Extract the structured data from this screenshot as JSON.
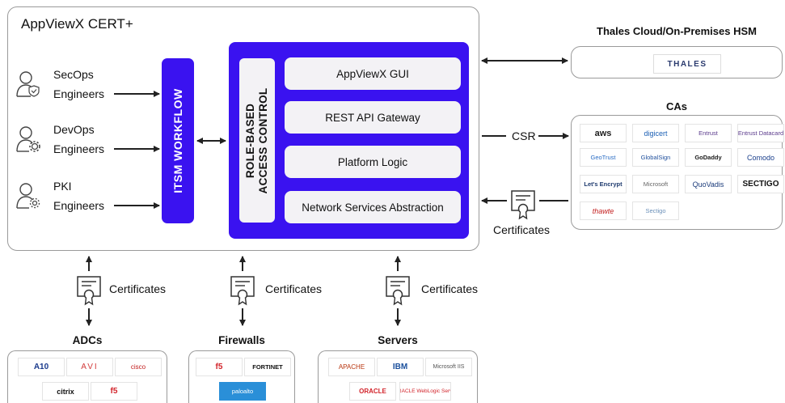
{
  "main": {
    "title": "AppViewX CERT+",
    "engineers": [
      {
        "line1": "SecOps",
        "line2": "Engineers"
      },
      {
        "line1": "DevOps",
        "line2": "Engineers"
      },
      {
        "line1": "PKI",
        "line2": "Engineers"
      }
    ],
    "itsm_label": "ITSM WORKFLOW",
    "rbac_line1": "ROLE-BASED",
    "rbac_line2": "ACCESS CONTROL",
    "layers": [
      "AppViewX GUI",
      "REST API Gateway",
      "Platform Logic",
      "Network Services Abstraction"
    ]
  },
  "hsm": {
    "title": "Thales Cloud/On-Premises HSM",
    "logo_text": "THALES"
  },
  "cas": {
    "title": "CAs",
    "csr_label": "CSR",
    "certificates_label": "Certificates",
    "logos": [
      "aws",
      "digicert",
      "Entrust",
      "Entrust Datacard",
      "GeoTrust",
      "GlobalSign",
      "GoDaddy",
      "Comodo",
      "Let's Encrypt",
      "Microsoft",
      "QuoVadis",
      "SECTIGO",
      "thawte",
      "Sectigo"
    ]
  },
  "bottom": {
    "certificates_label": "Certificates",
    "groups": [
      {
        "title": "ADCs",
        "logos": [
          "A10",
          "AVI",
          "cisco",
          "citrix",
          "f5"
        ]
      },
      {
        "title": "Firewalls",
        "logos": [
          "f5",
          "FORTINET",
          "paloalto"
        ]
      },
      {
        "title": "Servers",
        "logos": [
          "APACHE",
          "IBM",
          "Microsoft IIS",
          "ORACLE",
          "ORACLE WebLogic Server"
        ]
      }
    ]
  },
  "colors": {
    "accent": "#3a12f0",
    "panel": "#f3f2f5",
    "border": "#9a9a9a"
  }
}
